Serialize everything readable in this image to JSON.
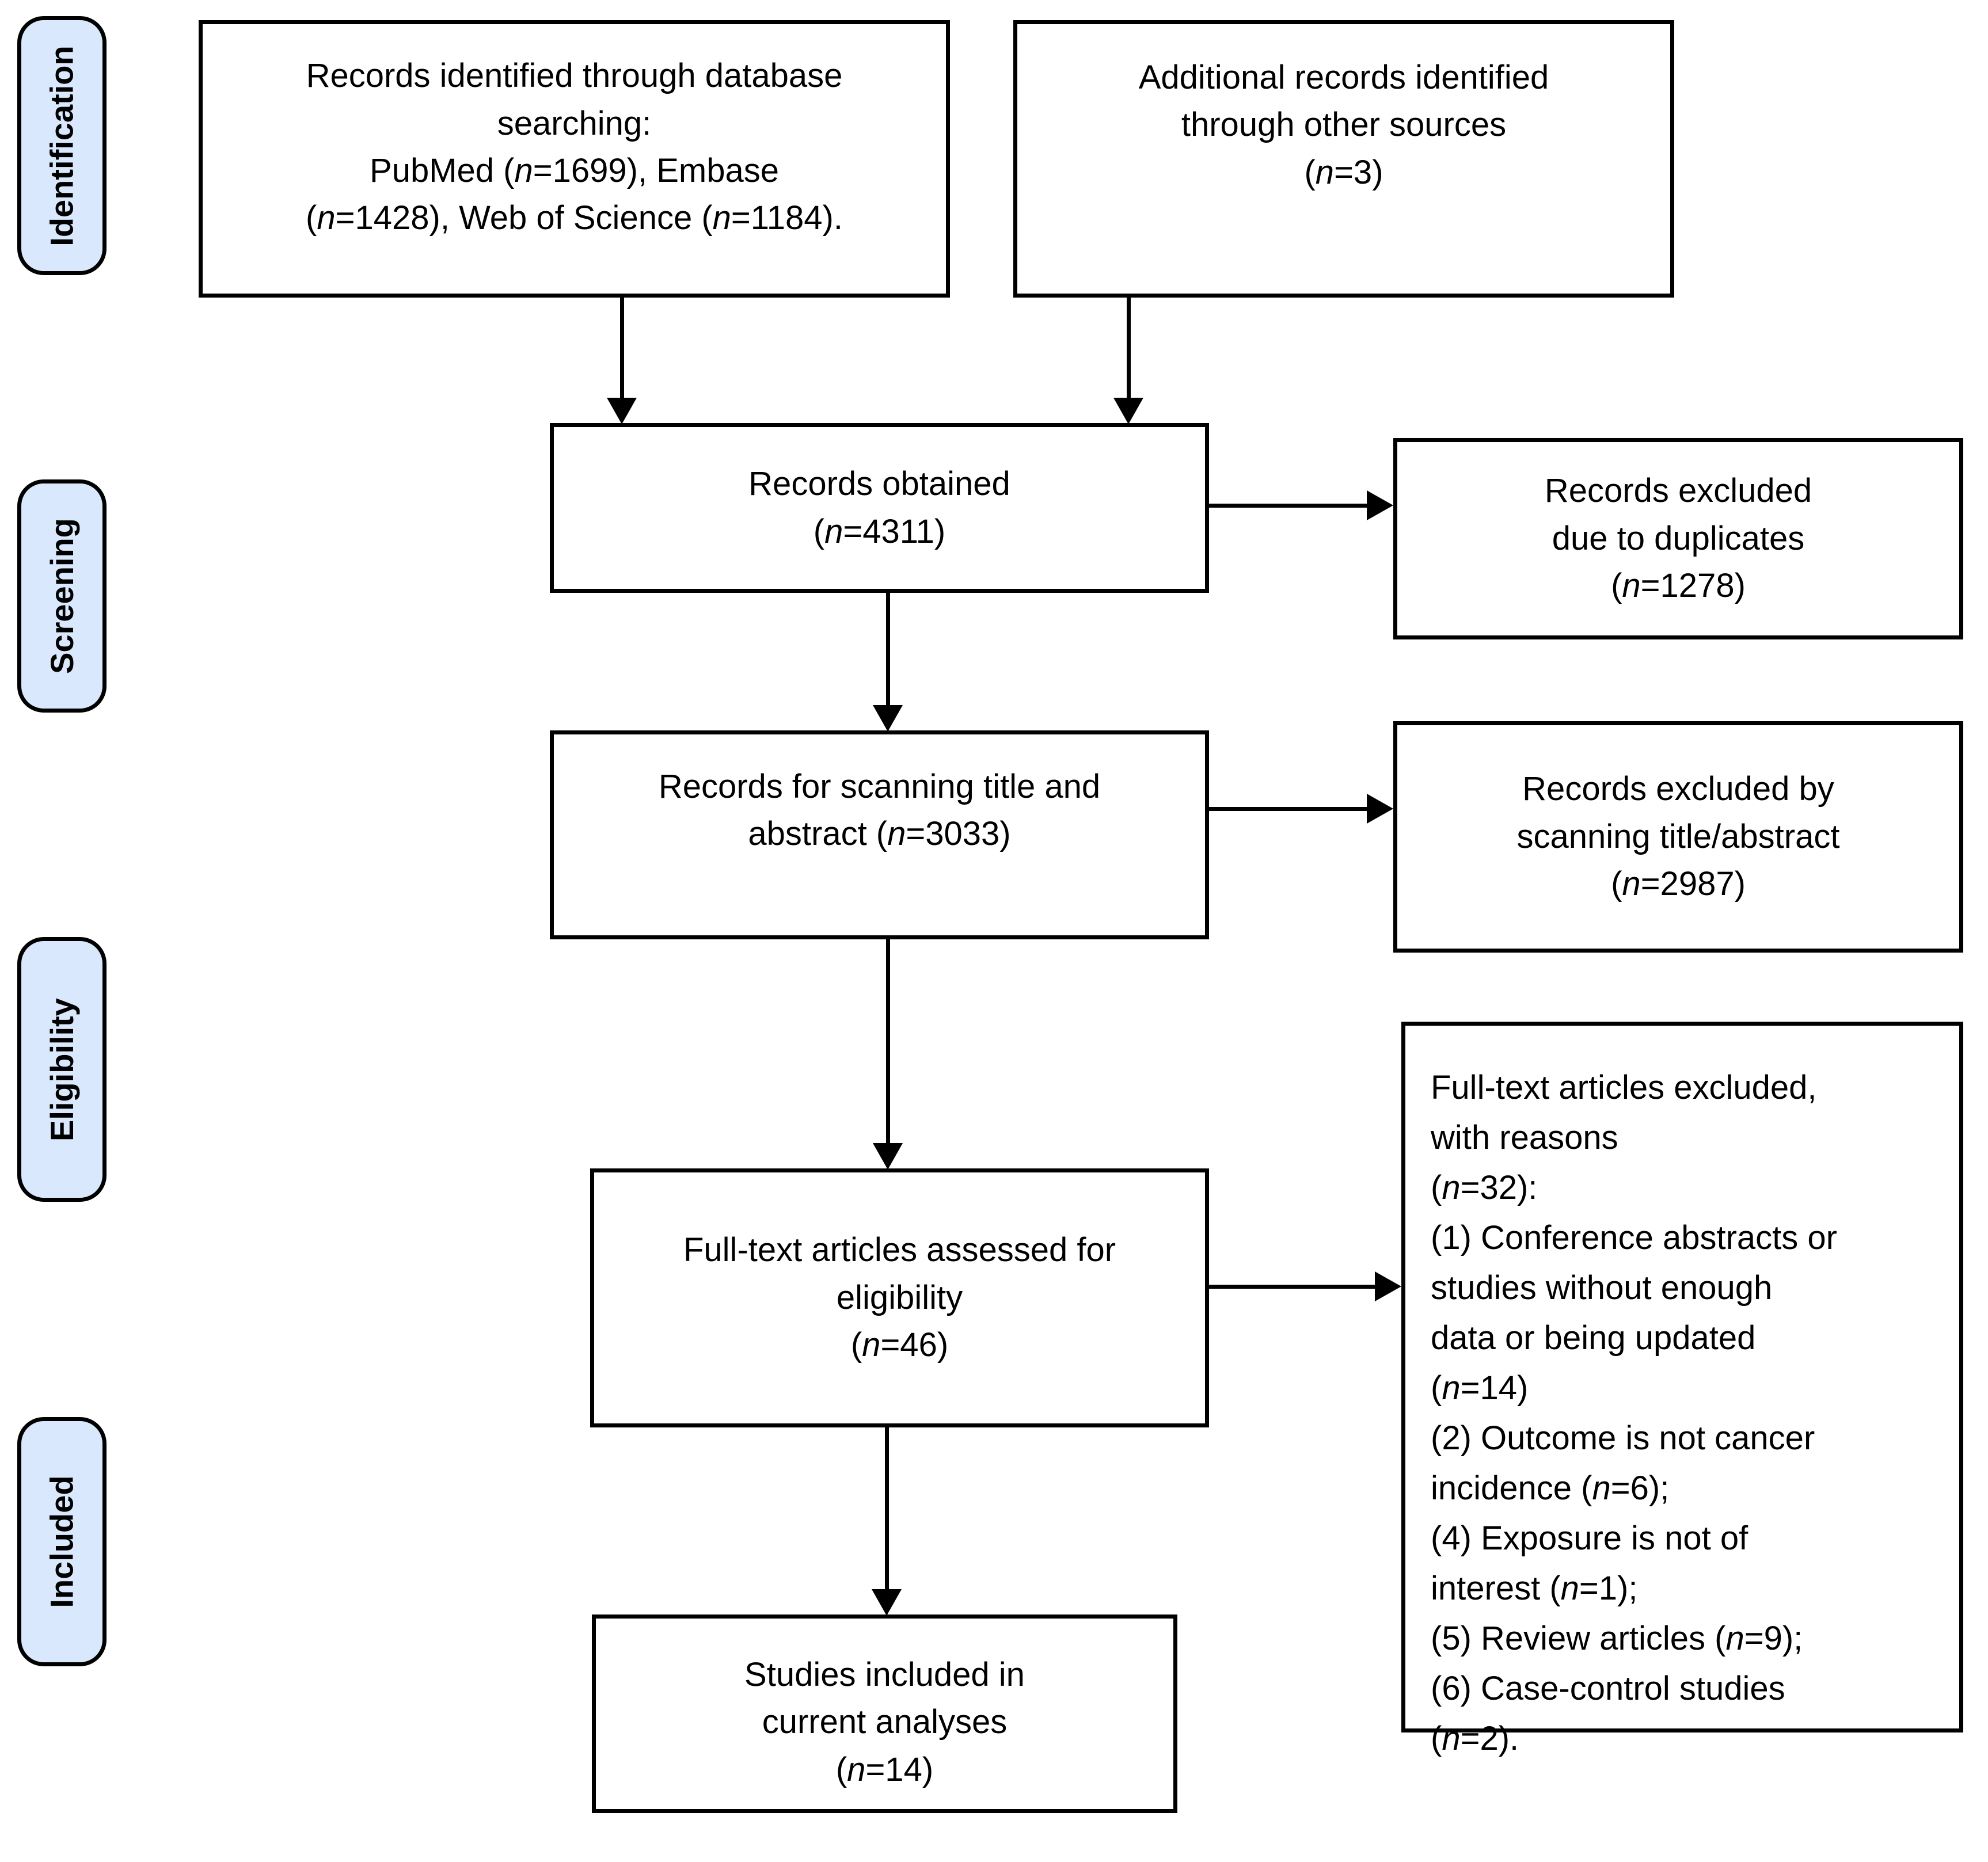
{
  "diagram": {
    "stages": [
      {
        "label": "Identification"
      },
      {
        "label": "Screening"
      },
      {
        "label": "Eligibility"
      },
      {
        "label": "Included"
      }
    ],
    "boxes": {
      "identified": {
        "text": "Records identified through database\nsearching:\nPubMed (n=1699), Embase\n(n=1428), Web of Science (n=1184)."
      },
      "additional": {
        "text": "Additional records identified\nthrough other sources\n(n=3)"
      },
      "obtained": {
        "text": "Records obtained\n(n=4311)"
      },
      "duplicates_excluded": {
        "text": "Records excluded\ndue to duplicates\n(n=1278)"
      },
      "scanning": {
        "text": "Records for scanning title and\nabstract (n=3033)"
      },
      "scanning_excluded": {
        "text": "Records excluded by\nscanning title/abstract\n(n=2987)"
      },
      "fulltext": {
        "text": "Full-text articles assessed for\neligibility\n(n=46)"
      },
      "fulltext_excluded": {
        "text": "Full-text articles excluded,\nwith reasons\n(n=32):\n(1) Conference abstracts or\nstudies without enough\ndata or being updated\n(n=14)\n(2) Outcome is not cancer\nincidence (n=6);\n(4) Exposure is not of\ninterest (n=1);\n(5) Review articles (n=9);\n(6) Case-control studies\n(n=2)."
      },
      "included_studies": {
        "text": "Studies included in\ncurrent analyses\n(n=14)"
      }
    },
    "colors": {
      "stage_fill": "#d9e8fc",
      "box_fill": "#ffffff",
      "line": "#000000",
      "text": "#000000",
      "background": "#ffffff"
    }
  }
}
